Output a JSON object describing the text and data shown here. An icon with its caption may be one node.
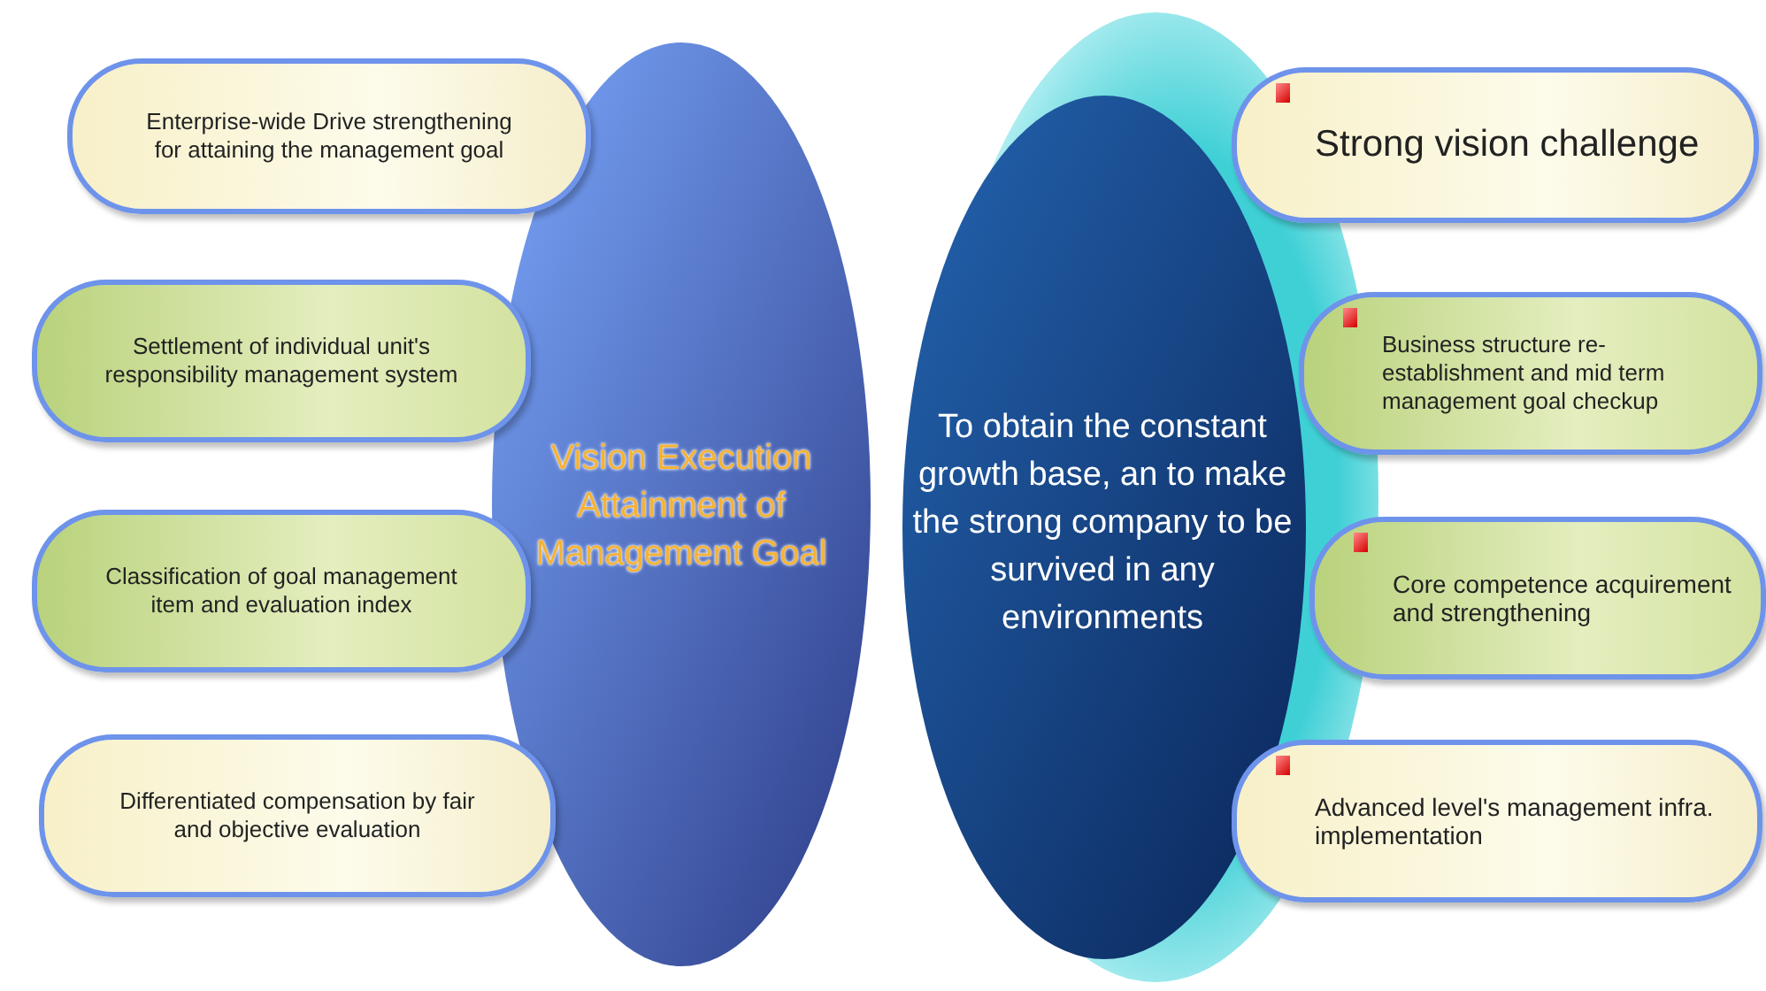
{
  "diagram": {
    "nodes": [
      {
        "text": [
          "Vision Execution Attainment of Management Goal"
        ]
      },
      {
        "text": [
          "Enterprise-wide Drive strengthening for attaining the management goal"
        ]
      },
      {
        "text": [
          "Settlement of individual unit's responsibility management system"
        ]
      },
      {
        "text": [
          "Classification of goal management item and evaluation index"
        ]
      },
      {
        "text": [
          "Differentiated compensation by fair and objective evaluation"
        ]
      },
      {
        "text": [
          "To obtain the constant growth base, an to make the strong company to be survived in any environments"
        ]
      },
      {
        "text": [
          "Strong vision challenge"
        ]
      },
      {
        "text": [
          "Business structure re-establishment and mid term management goal checkup"
        ]
      },
      {
        "text": [
          "Core competence acquirement and strengthening"
        ]
      },
      {
        "text": [
          "Advanced level's management infra. implementation"
        ]
      }
    ],
    "edges": []
  }
}
